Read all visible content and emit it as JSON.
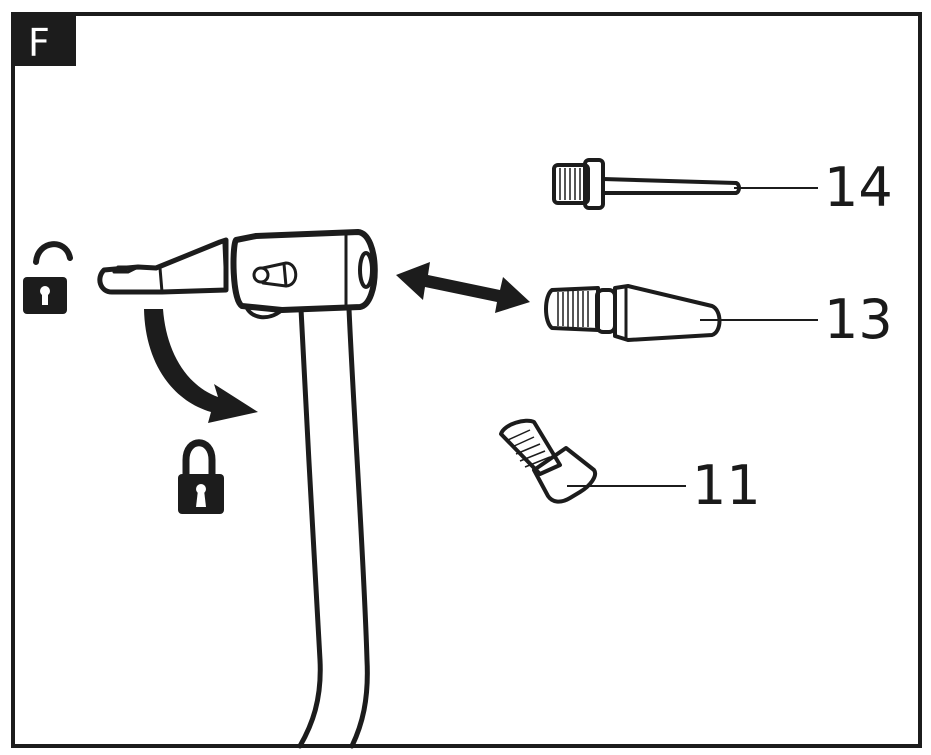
{
  "figure": {
    "panel_label": "F",
    "colors": {
      "ink": "#1c1c1c",
      "background": "#ffffff"
    },
    "icons": {
      "unlocked": "padlock-open-icon",
      "locked": "padlock-closed-icon",
      "rotate_arrow": "curved-arrow-icon",
      "swap_arrow": "double-arrow-icon"
    },
    "parts": [
      {
        "id": "needle-adapter",
        "label": "14"
      },
      {
        "id": "cone-adapter",
        "label": "13"
      },
      {
        "id": "valve-adapter",
        "label": "11"
      }
    ]
  }
}
